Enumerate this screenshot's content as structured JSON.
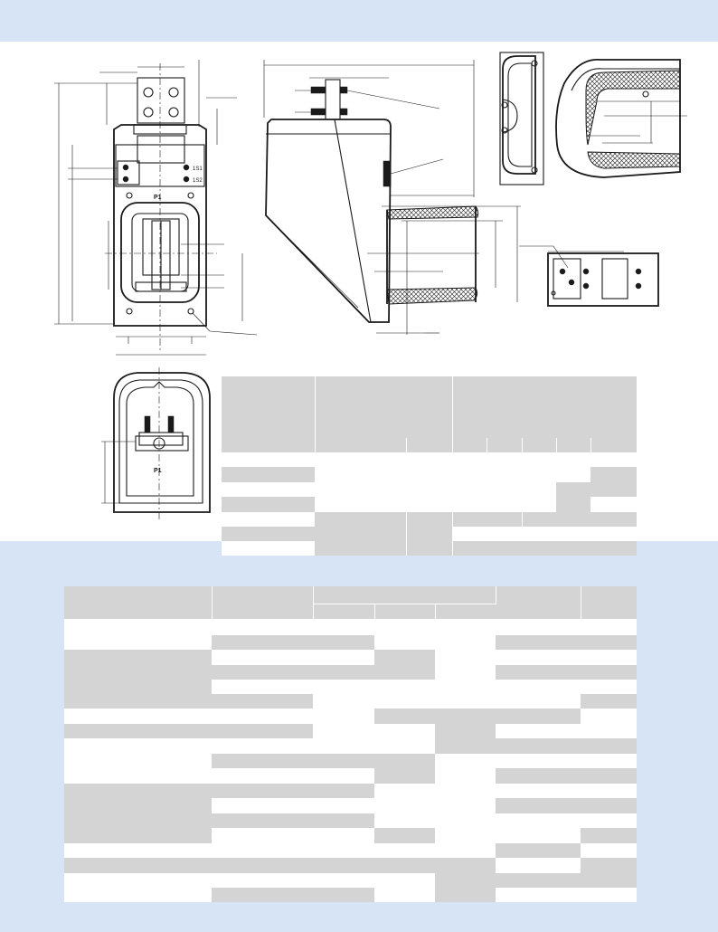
{
  "page": {
    "title": "",
    "text_blocks": []
  },
  "drawings": {
    "front_view": {
      "label_mark": "P1"
    },
    "section_view": {
      "label_mark": "P1"
    },
    "secondary_terminals": [
      "1S1",
      "1S2"
    ]
  },
  "specs_table_upper": {
    "header_cells": [
      "",
      "",
      ""
    ],
    "rows": []
  },
  "specs_table_lower": {
    "header_cells": [
      "",
      "",
      "",
      "",
      "",
      "",
      "",
      ""
    ],
    "rows": []
  },
  "colors": {
    "page_band": "#d6e4f6",
    "sheet": "#ffffff",
    "table_gray": "#d4d4d4",
    "ink": "#1a1a1a"
  }
}
